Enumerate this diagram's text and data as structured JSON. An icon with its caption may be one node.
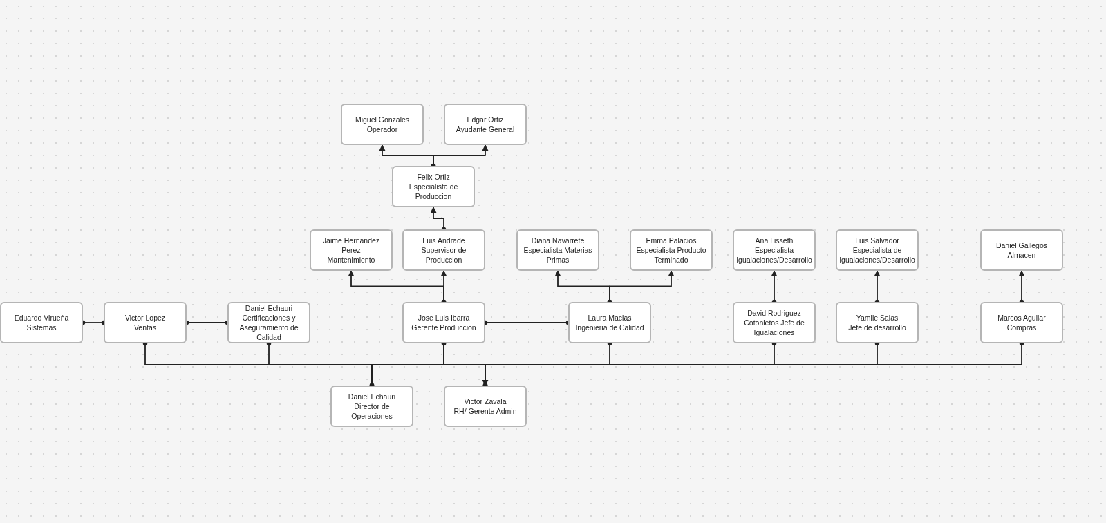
{
  "diagram": {
    "nodes": [
      {
        "text": [
          "Miguel Gonzales",
          "Operador"
        ]
      },
      {
        "text": [
          "Edgar Ortiz",
          "Ayudante General"
        ]
      },
      {
        "text": [
          "Felix Ortiz",
          "Especialista de Produccion"
        ]
      },
      {
        "text": [
          "Jaime Hernandez Perez",
          "Mantenimiento"
        ]
      },
      {
        "text": [
          "Luis Andrade",
          "Supervisor de Produccion"
        ]
      },
      {
        "text": [
          "Diana Navarrete",
          "Especialista Materias Primas"
        ]
      },
      {
        "text": [
          "Emma Palacios",
          "Especialista Producto Terminado"
        ]
      },
      {
        "text": [
          "Ana Lisseth Especialista Igualaciones/Desarrollo"
        ]
      },
      {
        "text": [
          "Luis Salvador",
          "Especialista de Igualaciones/Desarrollo"
        ]
      },
      {
        "text": [
          "Daniel Gallegos",
          "Almacen"
        ]
      },
      {
        "text": [
          "Eduardo Virueña",
          "Sistemas"
        ]
      },
      {
        "text": [
          "Victor Lopez",
          "Ventas"
        ]
      },
      {
        "text": [
          "Daniel Echauri",
          "Certificaciones y Aseguramiento de Calidad"
        ]
      },
      {
        "text": [
          "Jose Luis Ibarra",
          "Gerente Produccion"
        ]
      },
      {
        "text": [
          "Laura Macias",
          "Ingenieria de Calidad"
        ]
      },
      {
        "text": [
          "David Rodriguez Cotonietos Jefe de Igualaciones"
        ]
      },
      {
        "text": [
          "Yamile Salas",
          "Jefe de desarrollo"
        ]
      },
      {
        "text": [
          "Marcos Aguilar",
          "Compras"
        ]
      },
      {
        "text": [
          "Daniel Echauri",
          "Director de Operaciones"
        ]
      },
      {
        "text": [
          "Victor Zavala",
          "RH/ Gerente Admin"
        ]
      }
    ],
    "edges": [
      {
        "from": 2,
        "to": 0,
        "arrow": "to"
      },
      {
        "from": 2,
        "to": 1,
        "arrow": "to"
      },
      {
        "from": 4,
        "to": 2,
        "arrow": "to"
      },
      {
        "from": 13,
        "to": 3,
        "arrow": "to"
      },
      {
        "from": 13,
        "to": 4,
        "arrow": "to"
      },
      {
        "from": 14,
        "to": 5,
        "arrow": "to"
      },
      {
        "from": 14,
        "to": 6,
        "arrow": "to"
      },
      {
        "from": 15,
        "to": 7,
        "arrow": "to"
      },
      {
        "from": 16,
        "to": 8,
        "arrow": "to"
      },
      {
        "from": 17,
        "to": 9,
        "arrow": "to"
      },
      {
        "from": 10,
        "to": 11,
        "arrow": "other"
      },
      {
        "from": 11,
        "to": 12,
        "arrow": "other"
      },
      {
        "from": 13,
        "to": 14,
        "arrow": "other"
      },
      {
        "from": 11,
        "to": 18,
        "arrow": "other"
      },
      {
        "from": 12,
        "to": 18,
        "arrow": "other"
      },
      {
        "from": 13,
        "to": 18,
        "arrow": "other"
      },
      {
        "from": 13,
        "to": 19,
        "arrow": "to"
      },
      {
        "from": 14,
        "to": 19,
        "arrow": "other"
      },
      {
        "from": 15,
        "to": 19,
        "arrow": "other"
      },
      {
        "from": 16,
        "to": 19,
        "arrow": "other"
      },
      {
        "from": 17,
        "to": 19,
        "arrow": "other"
      }
    ]
  }
}
